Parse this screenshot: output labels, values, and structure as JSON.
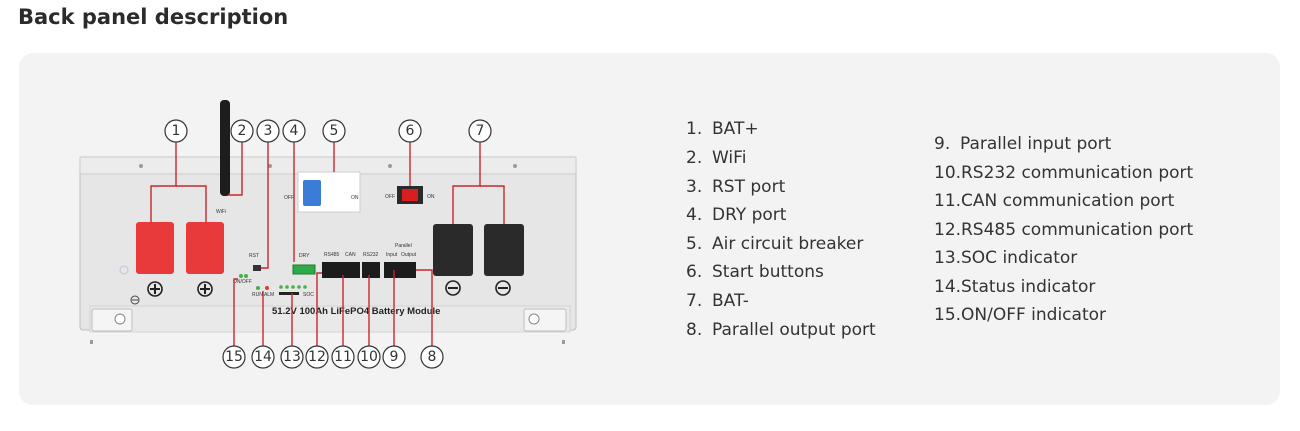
{
  "page": {
    "title": "Back panel description"
  },
  "device": {
    "model_label": "51.2V 100Ah LiFePO4 Battery Module",
    "wifi_label": "WiFi",
    "rst_label": "RST",
    "dry_label": "DRY",
    "rs485_label": "RS485",
    "can_label": "CAN",
    "rs232_label": "RS232",
    "parallel_label": "Parallel",
    "input_label": "Input",
    "output_label": "Output",
    "off_label": "OFF",
    "on_label": "ON",
    "onoff_label": "ON/OFF",
    "status_label": "RUN ALM",
    "soc_label": "SOC"
  },
  "callouts": [
    "1",
    "2",
    "3",
    "4",
    "5",
    "6",
    "7",
    "8",
    "9",
    "10",
    "11",
    "12",
    "13",
    "14",
    "15"
  ],
  "legend": [
    {
      "num": "1.",
      "text": "BAT+"
    },
    {
      "num": "2.",
      "text": "WiFi"
    },
    {
      "num": "3.",
      "text": "RST port"
    },
    {
      "num": "4.",
      "text": "DRY port"
    },
    {
      "num": "5.",
      "text": "Air circuit breaker"
    },
    {
      "num": "6.",
      "text": "Start buttons"
    },
    {
      "num": "7.",
      "text": "BAT-"
    },
    {
      "num": "8.",
      "text": "Parallel output port"
    },
    {
      "num": "9.",
      "text": "Parallel input port"
    },
    {
      "num": "10.",
      "text": "RS232 communication port"
    },
    {
      "num": "11.",
      "text": "CAN communication port"
    },
    {
      "num": "12.",
      "text": "RS485 communication port"
    },
    {
      "num": "13.",
      "text": "SOC indicator"
    },
    {
      "num": "14.",
      "text": "Status indicator"
    },
    {
      "num": "15.",
      "text": "ON/OFF indicator"
    }
  ],
  "colors": {
    "positive_terminal": "#e83a3a",
    "negative_terminal": "#2a2a2a",
    "callout_line": "#c8282d",
    "breaker_handle": "#3a7cd6",
    "start_button": "#d81e1e"
  }
}
